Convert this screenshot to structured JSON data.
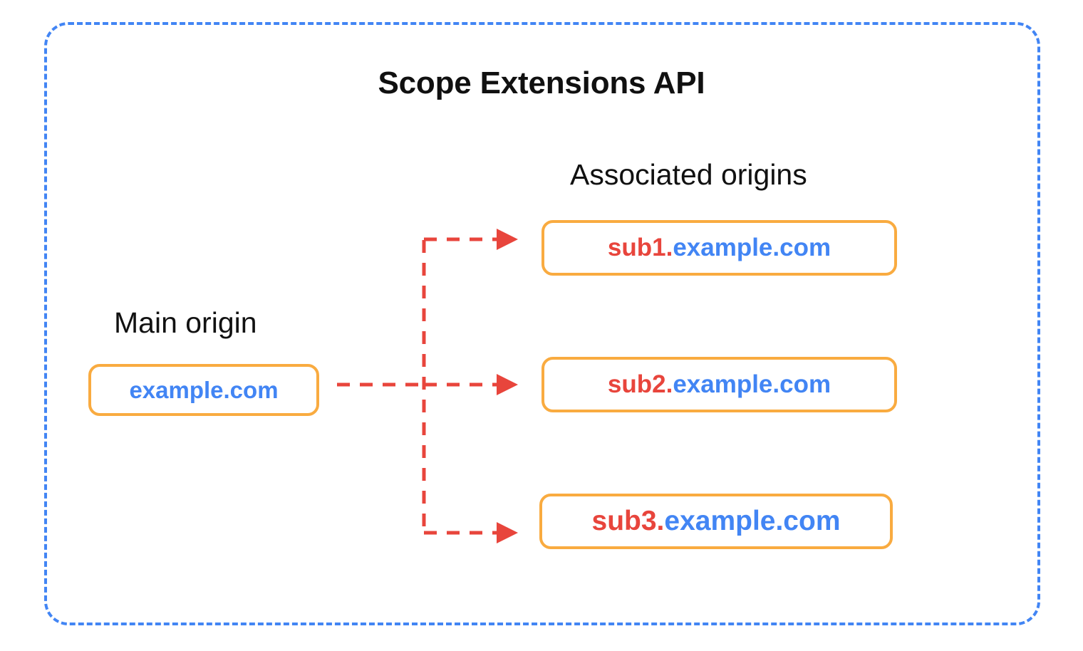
{
  "diagram": {
    "title": "Scope Extensions API",
    "frame": {
      "style": "dashed-rounded-rectangle",
      "color": "#4285F4"
    },
    "labels": {
      "main_origin": "Main origin",
      "associated_origins": "Associated origins"
    },
    "colors": {
      "frame_blue": "#4285F4",
      "box_orange": "#F9AB40",
      "arrow_red": "#E8453C",
      "domain_blue": "#4285F4",
      "subdomain_red": "#E8453C",
      "title_black": "#101010",
      "background": "#FFFFFF"
    },
    "main_origin": {
      "subdomain": "",
      "domain": "example.com",
      "full": "example.com"
    },
    "associated_origins": [
      {
        "subdomain": "sub1.",
        "domain": "example.com",
        "full": "sub1.example.com"
      },
      {
        "subdomain": "sub2.",
        "domain": "example.com",
        "full": "sub2.example.com"
      },
      {
        "subdomain": "sub3.",
        "domain": "example.com",
        "full": "sub3.example.com"
      }
    ],
    "connectors": {
      "style": "dashed-red-arrow",
      "count": 3,
      "description": "Dashed red arrows from main origin branching to each associated origin"
    }
  }
}
